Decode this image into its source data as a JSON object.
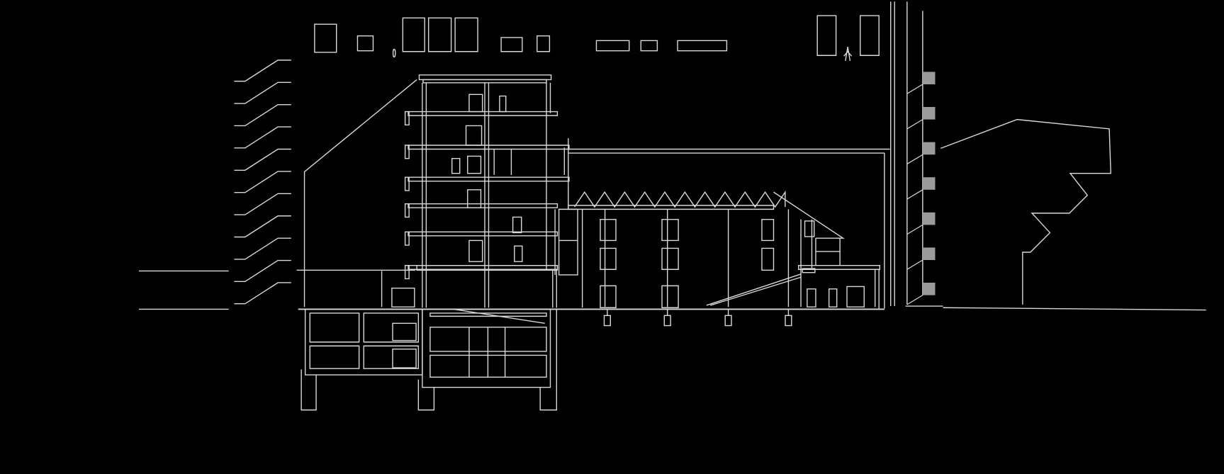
{
  "drawing": {
    "type": "architectural-section",
    "background": "#000000",
    "line_color": "#d8d8d8",
    "fill_color": "#9a9a9a",
    "building": {
      "above_ground_floors": 7,
      "basement_levels": 2,
      "roof": "sawtooth",
      "tall_building_balconies": 7
    }
  }
}
